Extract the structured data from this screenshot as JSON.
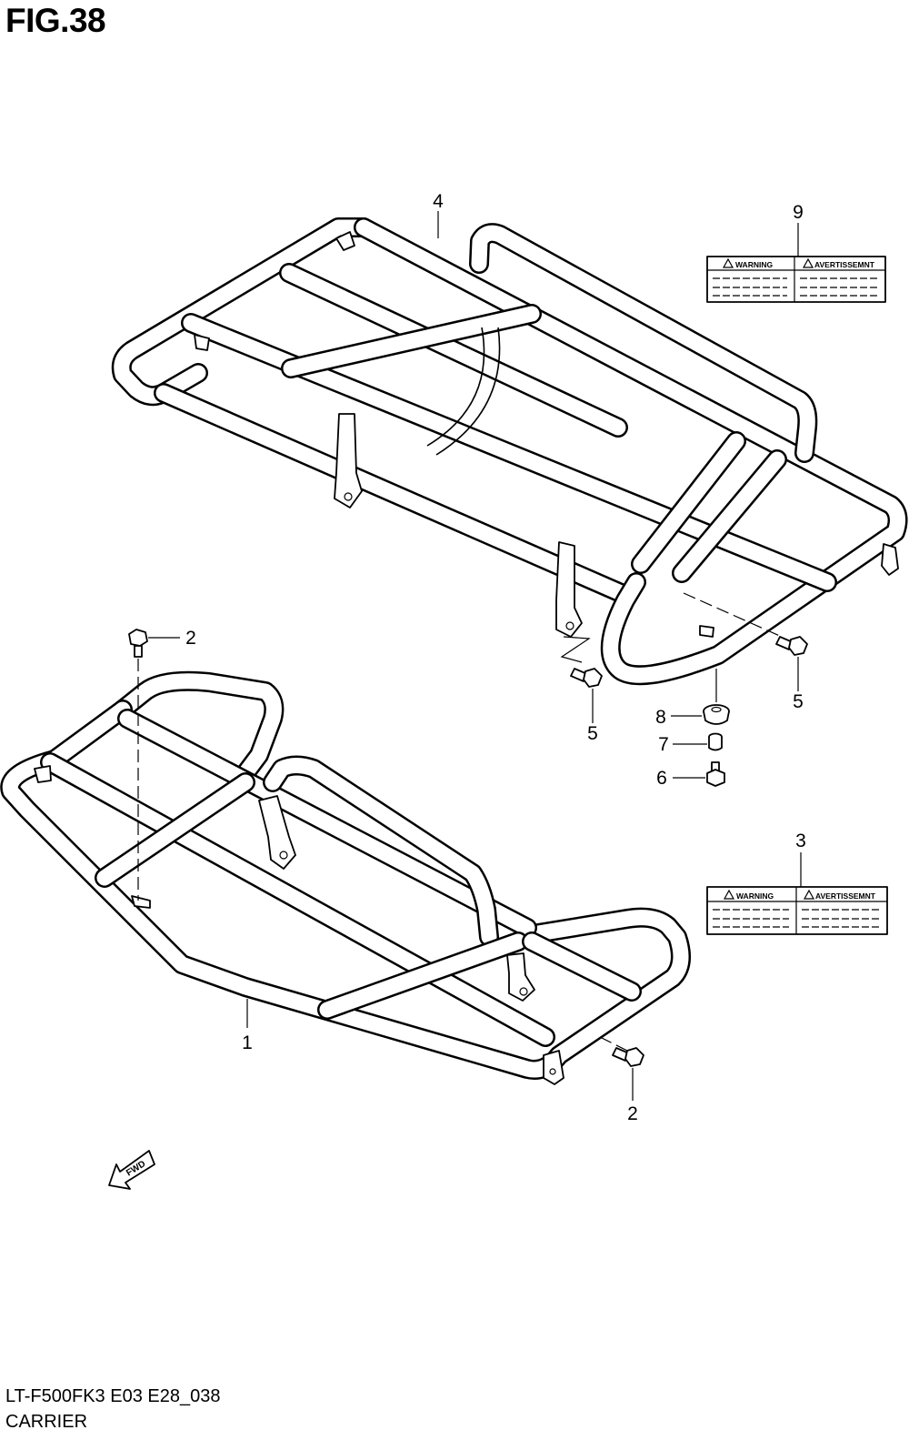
{
  "figure": {
    "title": "FIG.38",
    "code": "LT-F500FK3 E03 E28_038",
    "name": "CARRIER"
  },
  "callouts": {
    "c1": "1",
    "c2a": "2",
    "c2b": "2",
    "c3": "3",
    "c4": "4",
    "c5a": "5",
    "c5b": "5",
    "c6": "6",
    "c7": "7",
    "c8": "8",
    "c9": "9"
  },
  "labels": {
    "warning": "WARNING",
    "avertissement": "AVERTISSEMNT"
  },
  "fwd": "FWD"
}
